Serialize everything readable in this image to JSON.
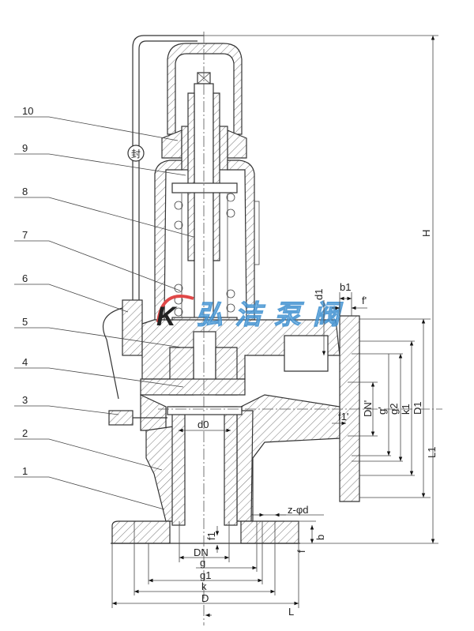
{
  "title": "Safety valve sectional drawing",
  "watermark": {
    "text": "弘洁泵阀",
    "mark": "K",
    "color_text": "#8cc4ea",
    "color_mark": "#e04848"
  },
  "seal_mark": "封",
  "part_labels": [
    "1",
    "2",
    "3",
    "4",
    "5",
    "6",
    "7",
    "8",
    "9",
    "10"
  ],
  "dimensions": {
    "H": "H",
    "L1": "L1",
    "d1": "d1",
    "b1": "b1",
    "f_prime": "f'",
    "DN_prime": "DN'",
    "g_prime": "g'",
    "g2": "g2",
    "k1": "k1",
    "D1": "D1",
    "f1_prime": "f1'",
    "d0": "d0",
    "z_phi_d": "z-φd",
    "b": "b",
    "f": "f",
    "f1": "f1",
    "DN": "DN",
    "g": "g",
    "g1": "g1",
    "k": "k",
    "D": "D",
    "L": "L"
  }
}
